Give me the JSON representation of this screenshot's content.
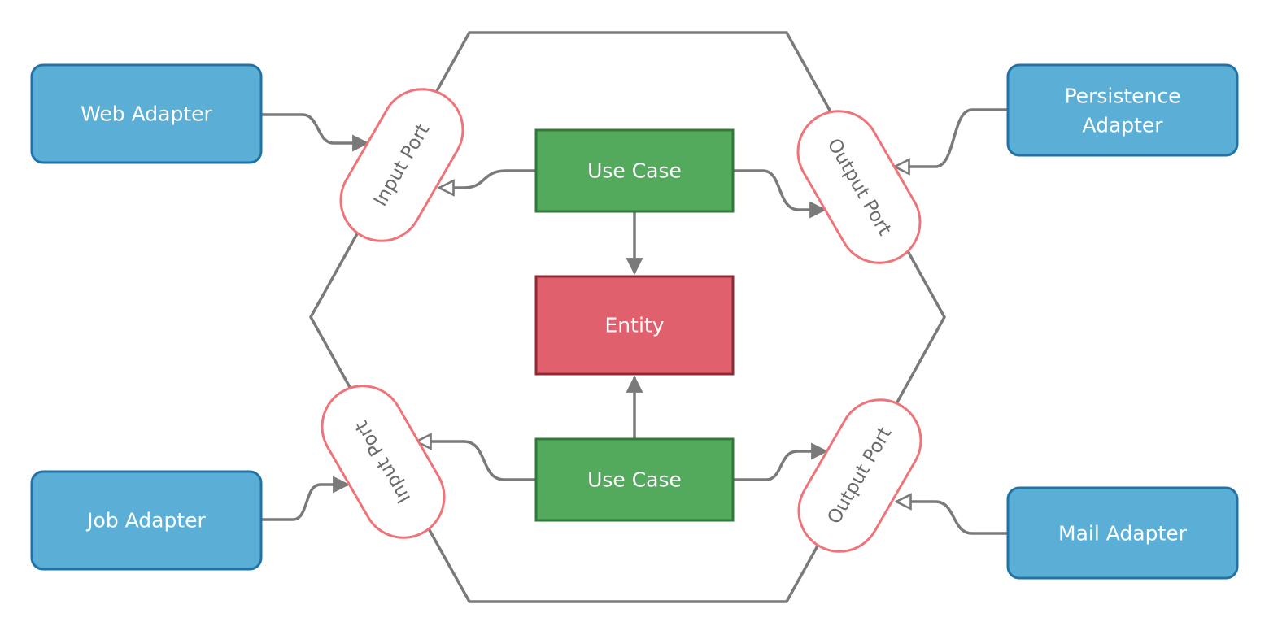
{
  "adapters": {
    "web": "Web Adapter",
    "persistence_line1": "Persistence",
    "persistence_line2": "Adapter",
    "job": "Job Adapter",
    "mail": "Mail Adapter"
  },
  "ports": {
    "input_top": "Input Port",
    "output_top": "Output Port",
    "input_bottom": "Input Port",
    "output_bottom": "Output Port"
  },
  "core": {
    "use_case_top": "Use Case",
    "entity": "Entity",
    "use_case_bottom": "Use Case"
  },
  "colors": {
    "adapter_fill": "#5bafd6",
    "adapter_stroke": "#1f73a6",
    "use_case_fill": "#53a95c",
    "use_case_stroke": "#2f7a37",
    "entity_fill": "#e0616d",
    "entity_stroke": "#8e2a34",
    "port_stroke": "#ef7378",
    "hexagon_stroke": "#7a7a7a",
    "connector": "#7a7a7a"
  }
}
